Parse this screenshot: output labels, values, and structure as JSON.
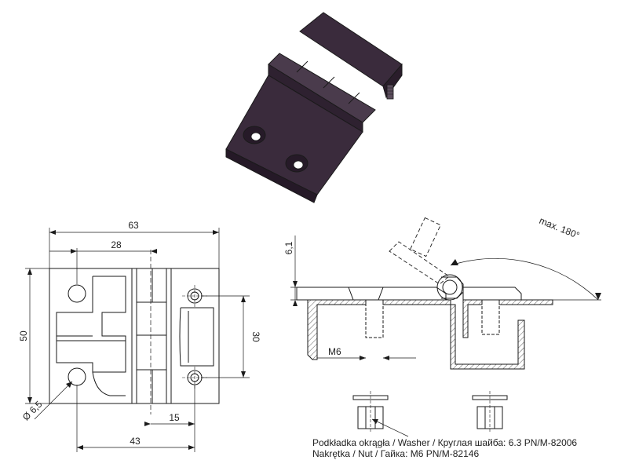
{
  "front_view": {
    "overall_width": "63",
    "hole_offset_left": "28",
    "overall_height": "50",
    "hole_pitch_right": "30",
    "hole_diameter": "Ø 6,5",
    "hole_offset_bottom": "43",
    "hole_offset_center": "15"
  },
  "side_view": {
    "offset_height": "6,1",
    "max_rotation": "max. 180°",
    "thread": "M6"
  },
  "notes": {
    "washer": "Podkładka okrągła / Washer / Круглая шайба:   6.3 PN/M-82006",
    "nut": "Nakrętka / Nut / Гайка:   M6 PN/M-82146"
  },
  "colors": {
    "hinge_body": "#3a2b3c",
    "hinge_shadow": "#261a28",
    "hinge_light": "#5a4a5c",
    "line": "#1a1a1a"
  }
}
